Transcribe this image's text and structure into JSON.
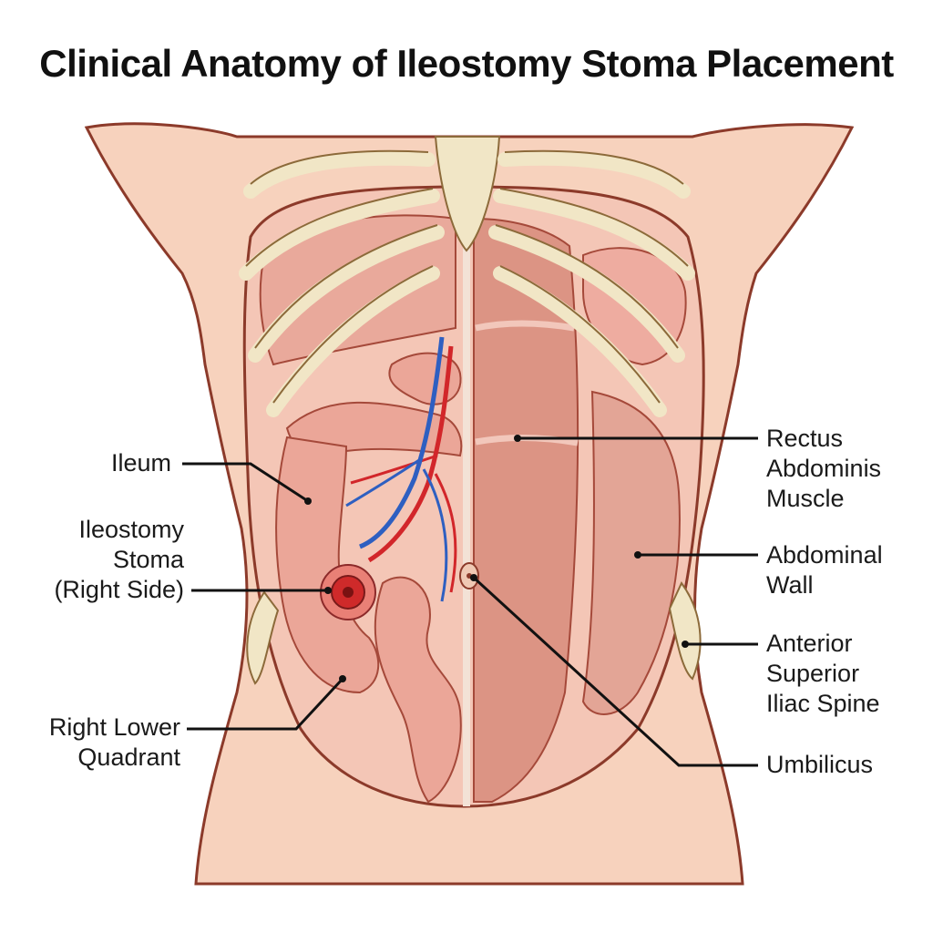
{
  "title": "Clinical Anatomy of Ileostomy Stoma Placement",
  "labels": {
    "ileum": "Ileum",
    "stoma": "Ileostomy\nStoma\n(Right Side)",
    "rlq": "Right Lower\nQuadrant",
    "rectus": "Rectus\nAbdominis\nMuscle",
    "wall": "Abdominal\nWall",
    "asis": "Anterior\nSuperior\nIliac Spine",
    "umbilicus": "Umbilicus"
  },
  "colors": {
    "skin": "#f7d2bd",
    "skin_edge": "#8c3a2a",
    "cavity": "#f4c6b6",
    "muscle": "#dc9484",
    "bone": "#f1e6c6",
    "intestine": "#eba698",
    "stoma": "#cf2a2a",
    "artery": "#d2262a",
    "vein": "#2e5fc1"
  }
}
